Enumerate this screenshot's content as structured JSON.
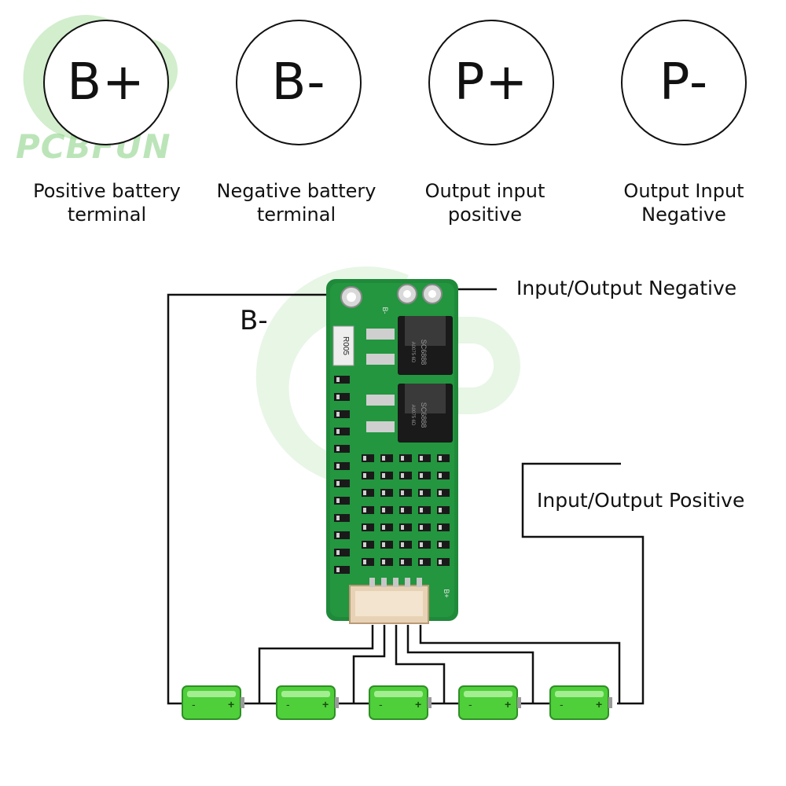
{
  "watermark": {
    "text": "PCBFUN"
  },
  "terminals": [
    {
      "symbol": "B+",
      "line1": "Positive battery",
      "line2": "terminal"
    },
    {
      "symbol": "B-",
      "line1": "Negative battery",
      "line2": "terminal"
    },
    {
      "symbol": "P+",
      "line1": "Output input",
      "line2": "positive"
    },
    {
      "symbol": "P-",
      "line1": "Output Input",
      "line2": "Negative"
    }
  ],
  "diagram": {
    "b_minus_label": "B-",
    "neg_label": "Input/Output Negative",
    "pos_label": "Input/Output Positive",
    "board": {
      "shunt": "R005",
      "mosfet_marking": "SC6888",
      "mosfet_sub": "A0075 6D",
      "silk_b_minus": "B-",
      "silk_b_plus": "B+"
    },
    "cells": [
      {
        "minus": "-",
        "plus": "+"
      },
      {
        "minus": "-",
        "plus": "+"
      },
      {
        "minus": "-",
        "plus": "+"
      },
      {
        "minus": "-",
        "plus": "+"
      },
      {
        "minus": "-",
        "plus": "+"
      }
    ]
  },
  "colors": {
    "pcb": "#1f8a3a",
    "cell": "#4fcf3a",
    "wire": "#111111",
    "watermark": "#8fd48a"
  }
}
